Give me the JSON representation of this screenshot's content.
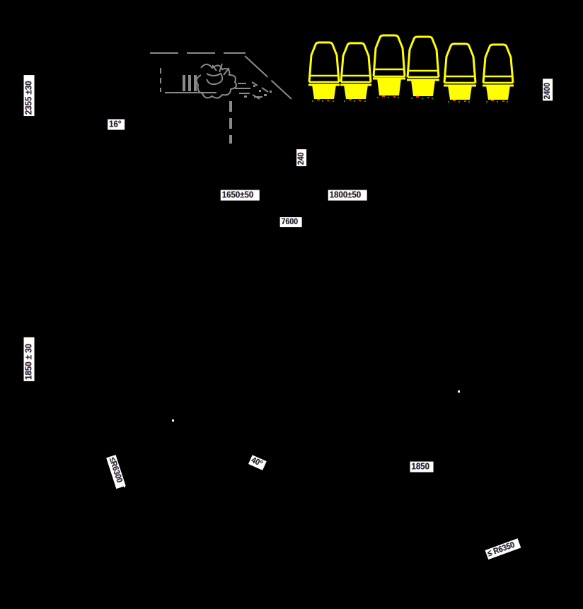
{
  "drawing": {
    "type": "vehicle-interior-dimension-diagram",
    "background": "#000000",
    "colors": {
      "seat_outline": "#ffff00",
      "sketch_gray": "#8a8a8a",
      "label_bg": "#ffffff",
      "label_text": "#23232b",
      "speck_red": "#ff2a00",
      "speck_green": "#00a400"
    },
    "labels": {
      "height_front": "2355 ±30",
      "angle_front": "16°",
      "step": "240",
      "pitch_front": "1650±50",
      "pitch_rear": "1800±50",
      "wheelbase": "7600",
      "width_rear": "2400",
      "height_rear": "1850 ± 30",
      "radius_front": "≤R6300",
      "angle_rear": "40°",
      "rear_overhang": "1850",
      "radius_rear": "≤ R6350"
    },
    "seats": {
      "count": 6
    }
  }
}
